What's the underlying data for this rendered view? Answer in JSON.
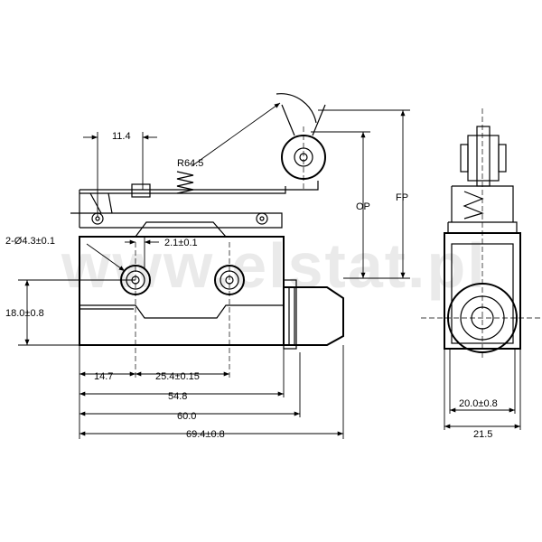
{
  "watermark": "www.elstat.pl",
  "dimensions": {
    "lever_width": "11.4",
    "radius": "R64.5",
    "holes": "2-Ø4.3±0.1",
    "small_offset": "2.1±0.1",
    "height": "18.0±0.8",
    "hole_offset": "14.7",
    "hole_spacing": "25.4±0.15",
    "body_length": "54.8",
    "overall_60": "60.0",
    "overall_69": "69.4±0.8",
    "op": "OP",
    "fp": "FP",
    "side_inner": "20.0±0.8",
    "side_outer": "21.5"
  }
}
